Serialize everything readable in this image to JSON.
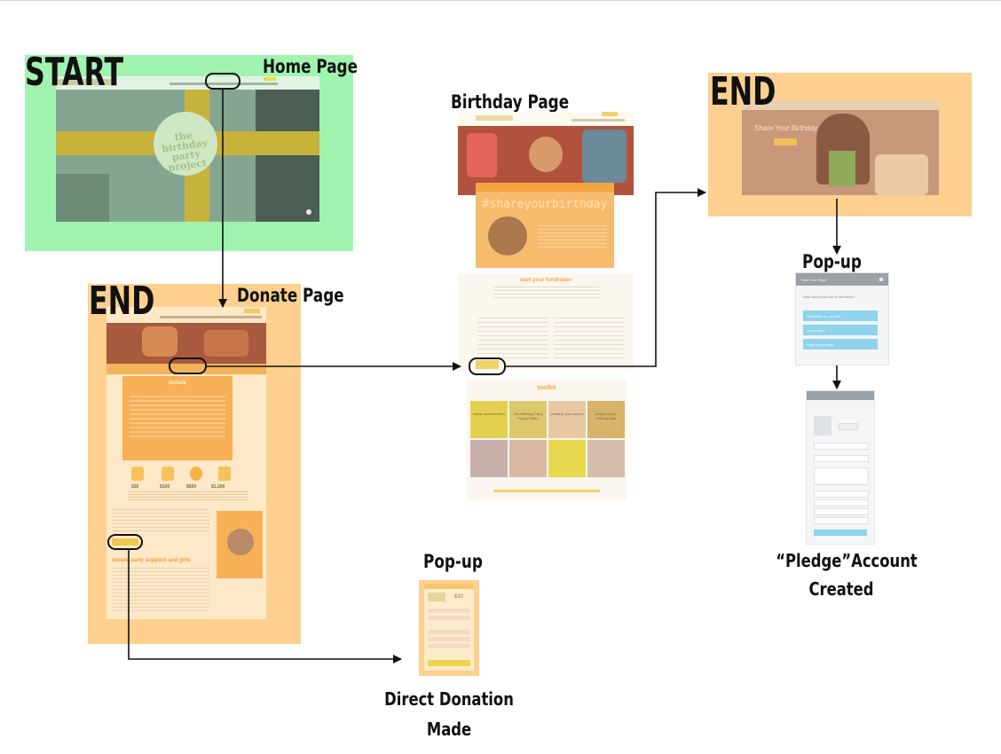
{
  "diagram": {
    "start_label": "START",
    "end_label": "END",
    "home": {
      "title": "Home Page",
      "logo": "the birthday party project"
    },
    "donate": {
      "title": "Donate Page",
      "heading": "donate",
      "tiers": [
        {
          "amount": "$30"
        },
        {
          "amount": "$100"
        },
        {
          "amount": "$500"
        },
        {
          "amount": "$1,200"
        }
      ],
      "supplies_heading": "donate party supplies and gifts"
    },
    "birthday": {
      "title": "Birthday Page",
      "hashtag": "#shareyourbirthday",
      "fundraiser_heading": "start your fundraiser",
      "toolkit_heading": "toolkit",
      "toolkit_items": [
        "social media tiddlers",
        "The Birthday Party Project Video",
        "printable your shoes!",
        "photos of our birthday kids"
      ]
    },
    "share_page": {
      "headline": "Share Your Birthday"
    },
    "popup_right": {
      "title": "Pop-up",
      "header": "Start Your Page",
      "question": "How would you like to fundraise?",
      "options": [
        "Fundraise on my own",
        "Join a team",
        "Start a new team"
      ]
    },
    "pledge": {
      "label_line1": "“Pledge”Account",
      "label_line2": "Created"
    },
    "popup_bottom": {
      "title": "Pop-up",
      "amount": "$30"
    },
    "direct": {
      "label_line1": "Direct Donation",
      "label_line2": "Made"
    }
  },
  "colors": {
    "green": "#a0f4b0",
    "orange": "#fdd08f",
    "yellow": "#d8b630",
    "blue": "#8fd3ec"
  }
}
